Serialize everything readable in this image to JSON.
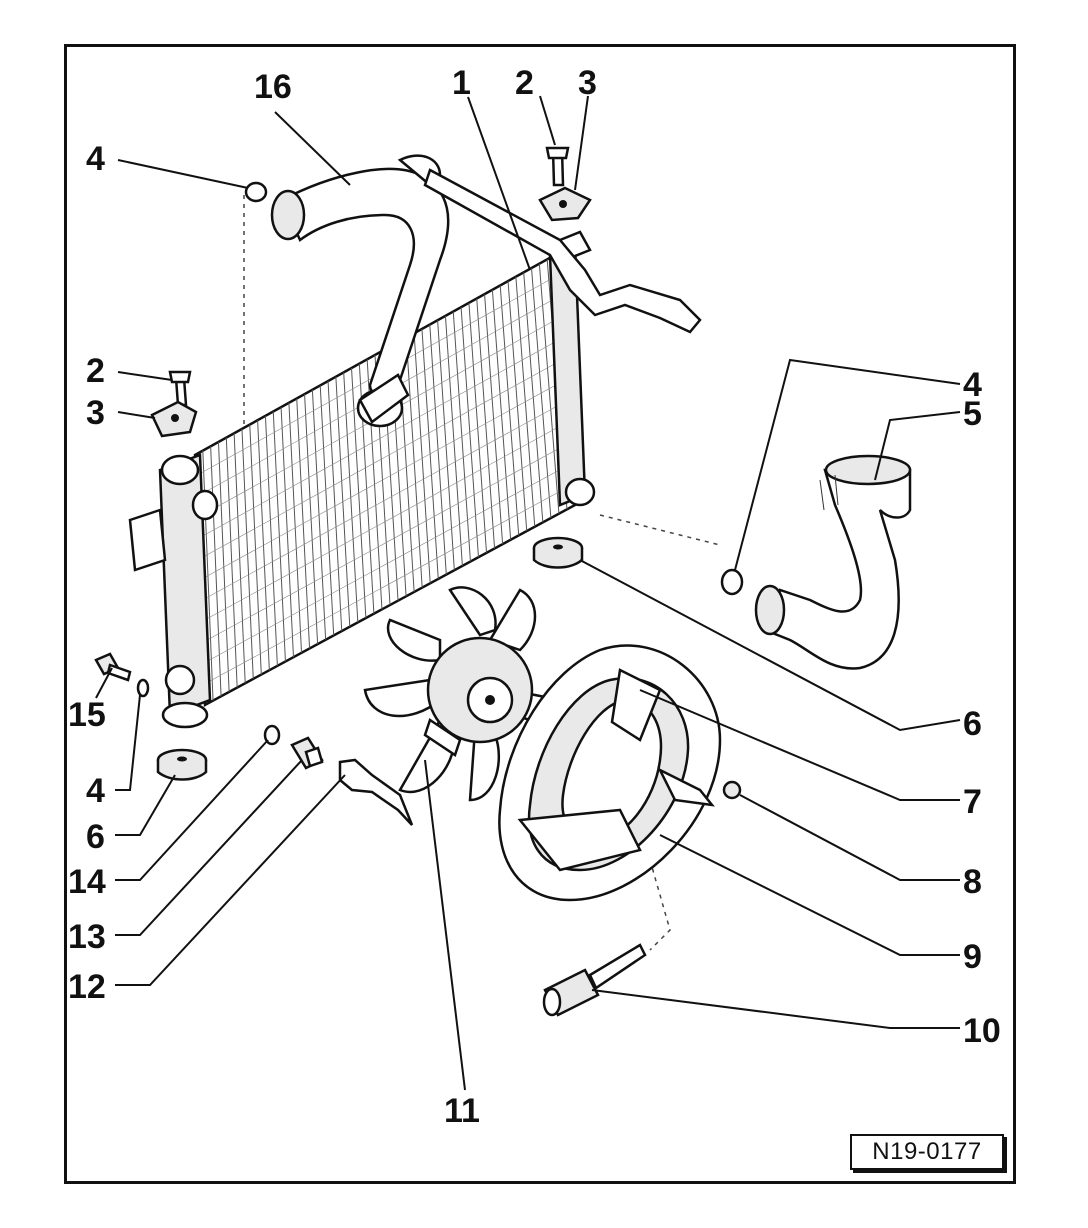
{
  "figure_code": "N19-0177",
  "callouts": [
    {
      "id": "c16",
      "label": "16"
    },
    {
      "id": "c1",
      "label": "1"
    },
    {
      "id": "c2a",
      "label": "2"
    },
    {
      "id": "c3a",
      "label": "3"
    },
    {
      "id": "c4a",
      "label": "4"
    },
    {
      "id": "c2b",
      "label": "2"
    },
    {
      "id": "c3b",
      "label": "3"
    },
    {
      "id": "c4b",
      "label": "4"
    },
    {
      "id": "c5",
      "label": "5"
    },
    {
      "id": "c6a",
      "label": "6"
    },
    {
      "id": "c7",
      "label": "7"
    },
    {
      "id": "c8",
      "label": "8"
    },
    {
      "id": "c9",
      "label": "9"
    },
    {
      "id": "c10",
      "label": "10"
    },
    {
      "id": "c11",
      "label": "11"
    },
    {
      "id": "c15",
      "label": "15"
    },
    {
      "id": "c4c",
      "label": "4"
    },
    {
      "id": "c6b",
      "label": "6"
    },
    {
      "id": "c14",
      "label": "14"
    },
    {
      "id": "c13",
      "label": "13"
    },
    {
      "id": "c12",
      "label": "12"
    }
  ]
}
